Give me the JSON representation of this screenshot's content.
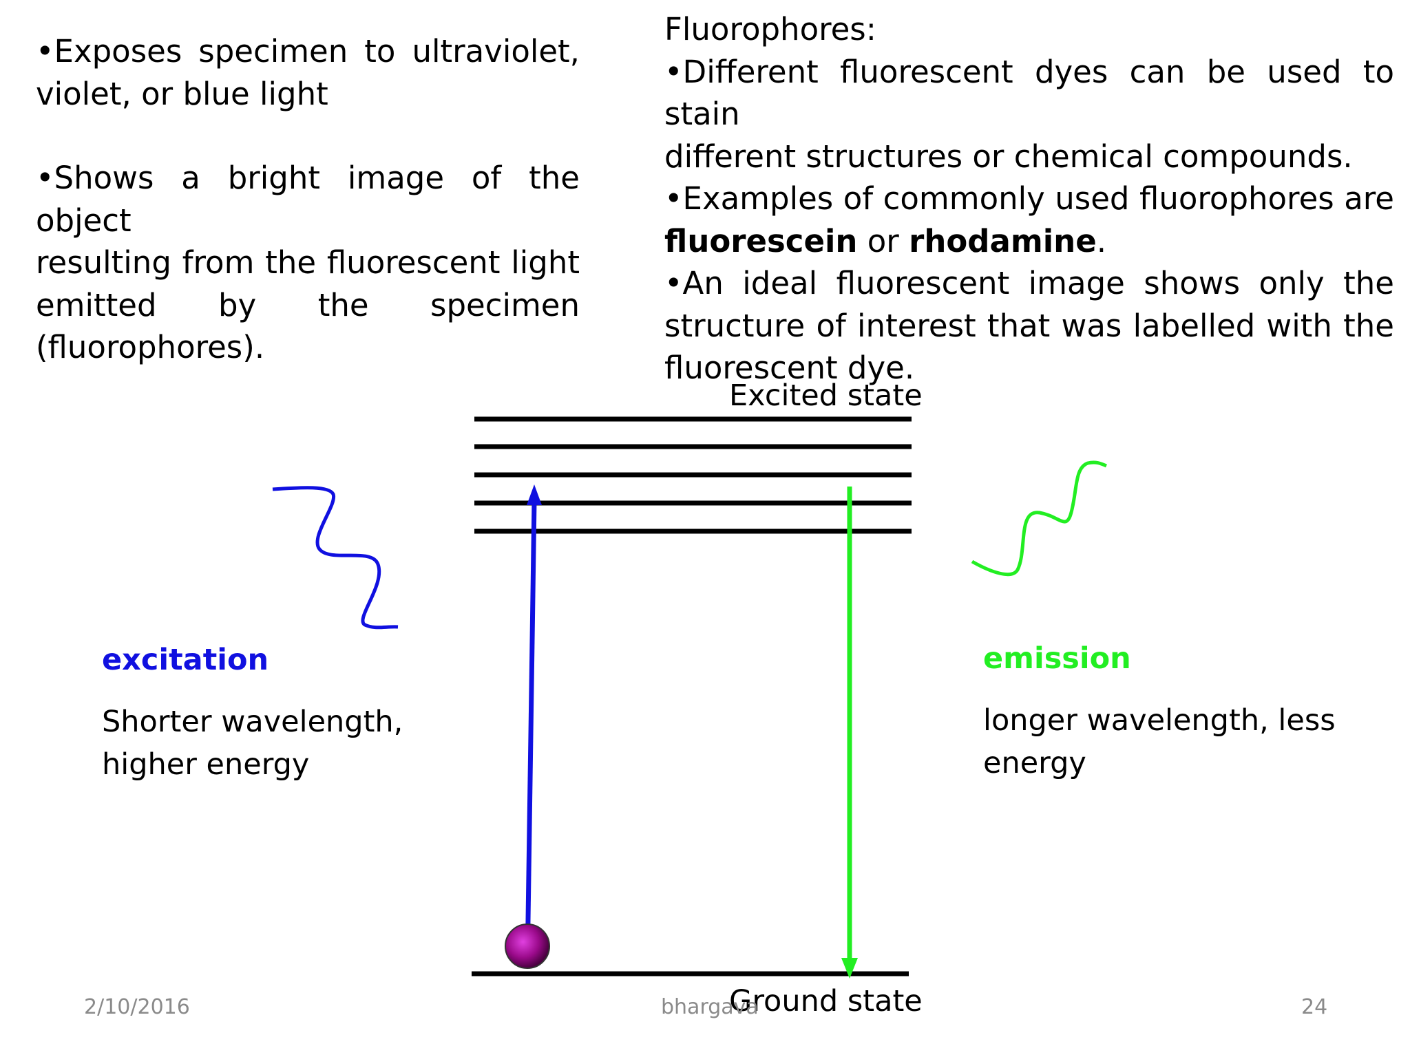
{
  "left": {
    "bullet1_line1": "•Exposes specimen to ultraviolet,",
    "bullet1_line2": "violet, or blue light",
    "bullet2_line1": "•Shows a bright image of the object",
    "bullet2_line2": "resulting from the fluorescent light",
    "bullet2_line3": "emitted by the specimen",
    "bullet2_line4": "(fluorophores)."
  },
  "right": {
    "heading": "Fluorophores:",
    "b1_line1": "•Different fluorescent dyes can be used to stain",
    "b1_line2": "different structures or chemical compounds.",
    "b2_line1": "•Examples of commonly used fluorophores are",
    "b2_bold1": "fluorescein",
    "b2_mid": " or ",
    "b2_bold2": "rhodamine",
    "b2_end": ".",
    "b3_line1": "•An ideal fluorescent image shows only the",
    "b3_line2": "structure of interest that was labelled with the",
    "b3_line3": "fluorescent dye."
  },
  "diagram": {
    "excited_state": "Excited state",
    "ground_state": "Ground state",
    "excitation_label": "excitation",
    "excitation_desc_line1": "Shorter wavelength,",
    "excitation_desc_line2": "higher energy",
    "emission_label": "emission",
    "emission_desc_line1": "longer wavelength, less",
    "emission_desc_line2": "energy",
    "colors": {
      "excitation": "#1010e0",
      "emission": "#22ee22",
      "electron": "#9a0a8a"
    }
  },
  "footer": {
    "date": "2/10/2016",
    "author": "bhargava",
    "page": "24"
  }
}
